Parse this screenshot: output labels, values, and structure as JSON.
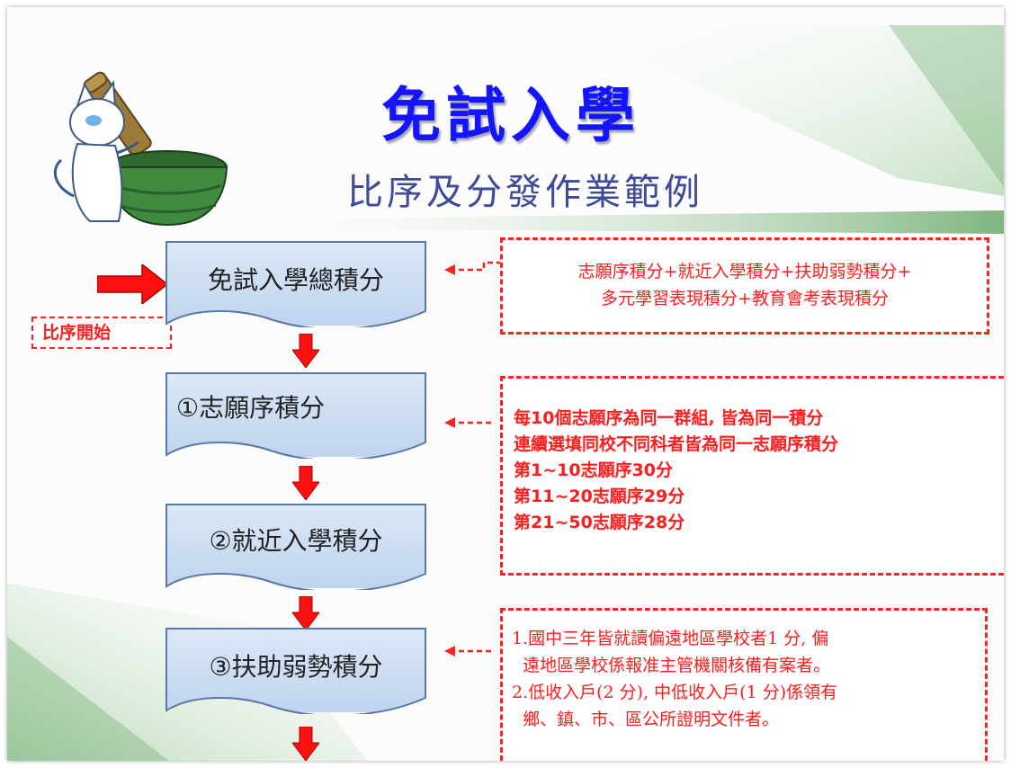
{
  "slide": {
    "title": "免試入學",
    "subtitle": "比序及分發作業範例",
    "start_label": "比序開始"
  },
  "steps": [
    {
      "label": "免試入學總積分"
    },
    {
      "label": "①志願序積分"
    },
    {
      "label": "②就近入學積分"
    },
    {
      "label": "③扶助弱勢積分"
    }
  ],
  "notes": {
    "total": [
      "志願序積分+就近入學積分+扶助弱勢積分+",
      "多元學習表現積分+教育會考表現積分"
    ],
    "preference": [
      "每10個志願序為同一群組, 皆為同一積分",
      "連續選填同校不同科者皆為同一志願序積分",
      "第1~10志願序30分",
      "第11~20志願序29分",
      "第21~50志願序28分"
    ],
    "disadvantaged": [
      "1.國中三年皆就讀偏遠地區學校者1 分, 偏",
      "  遠地區學校係報准主管機關核備有案者。",
      "2.低收入戶(2 分), 中低收入戶(1 分)係領有",
      "  鄉、鎮、市、區公所證明文件者。"
    ]
  },
  "colors": {
    "title": "#1414ff",
    "note_red": "#ff1c1c",
    "step_fill": "#c8daf0",
    "accent_green": "#5aa05a"
  }
}
